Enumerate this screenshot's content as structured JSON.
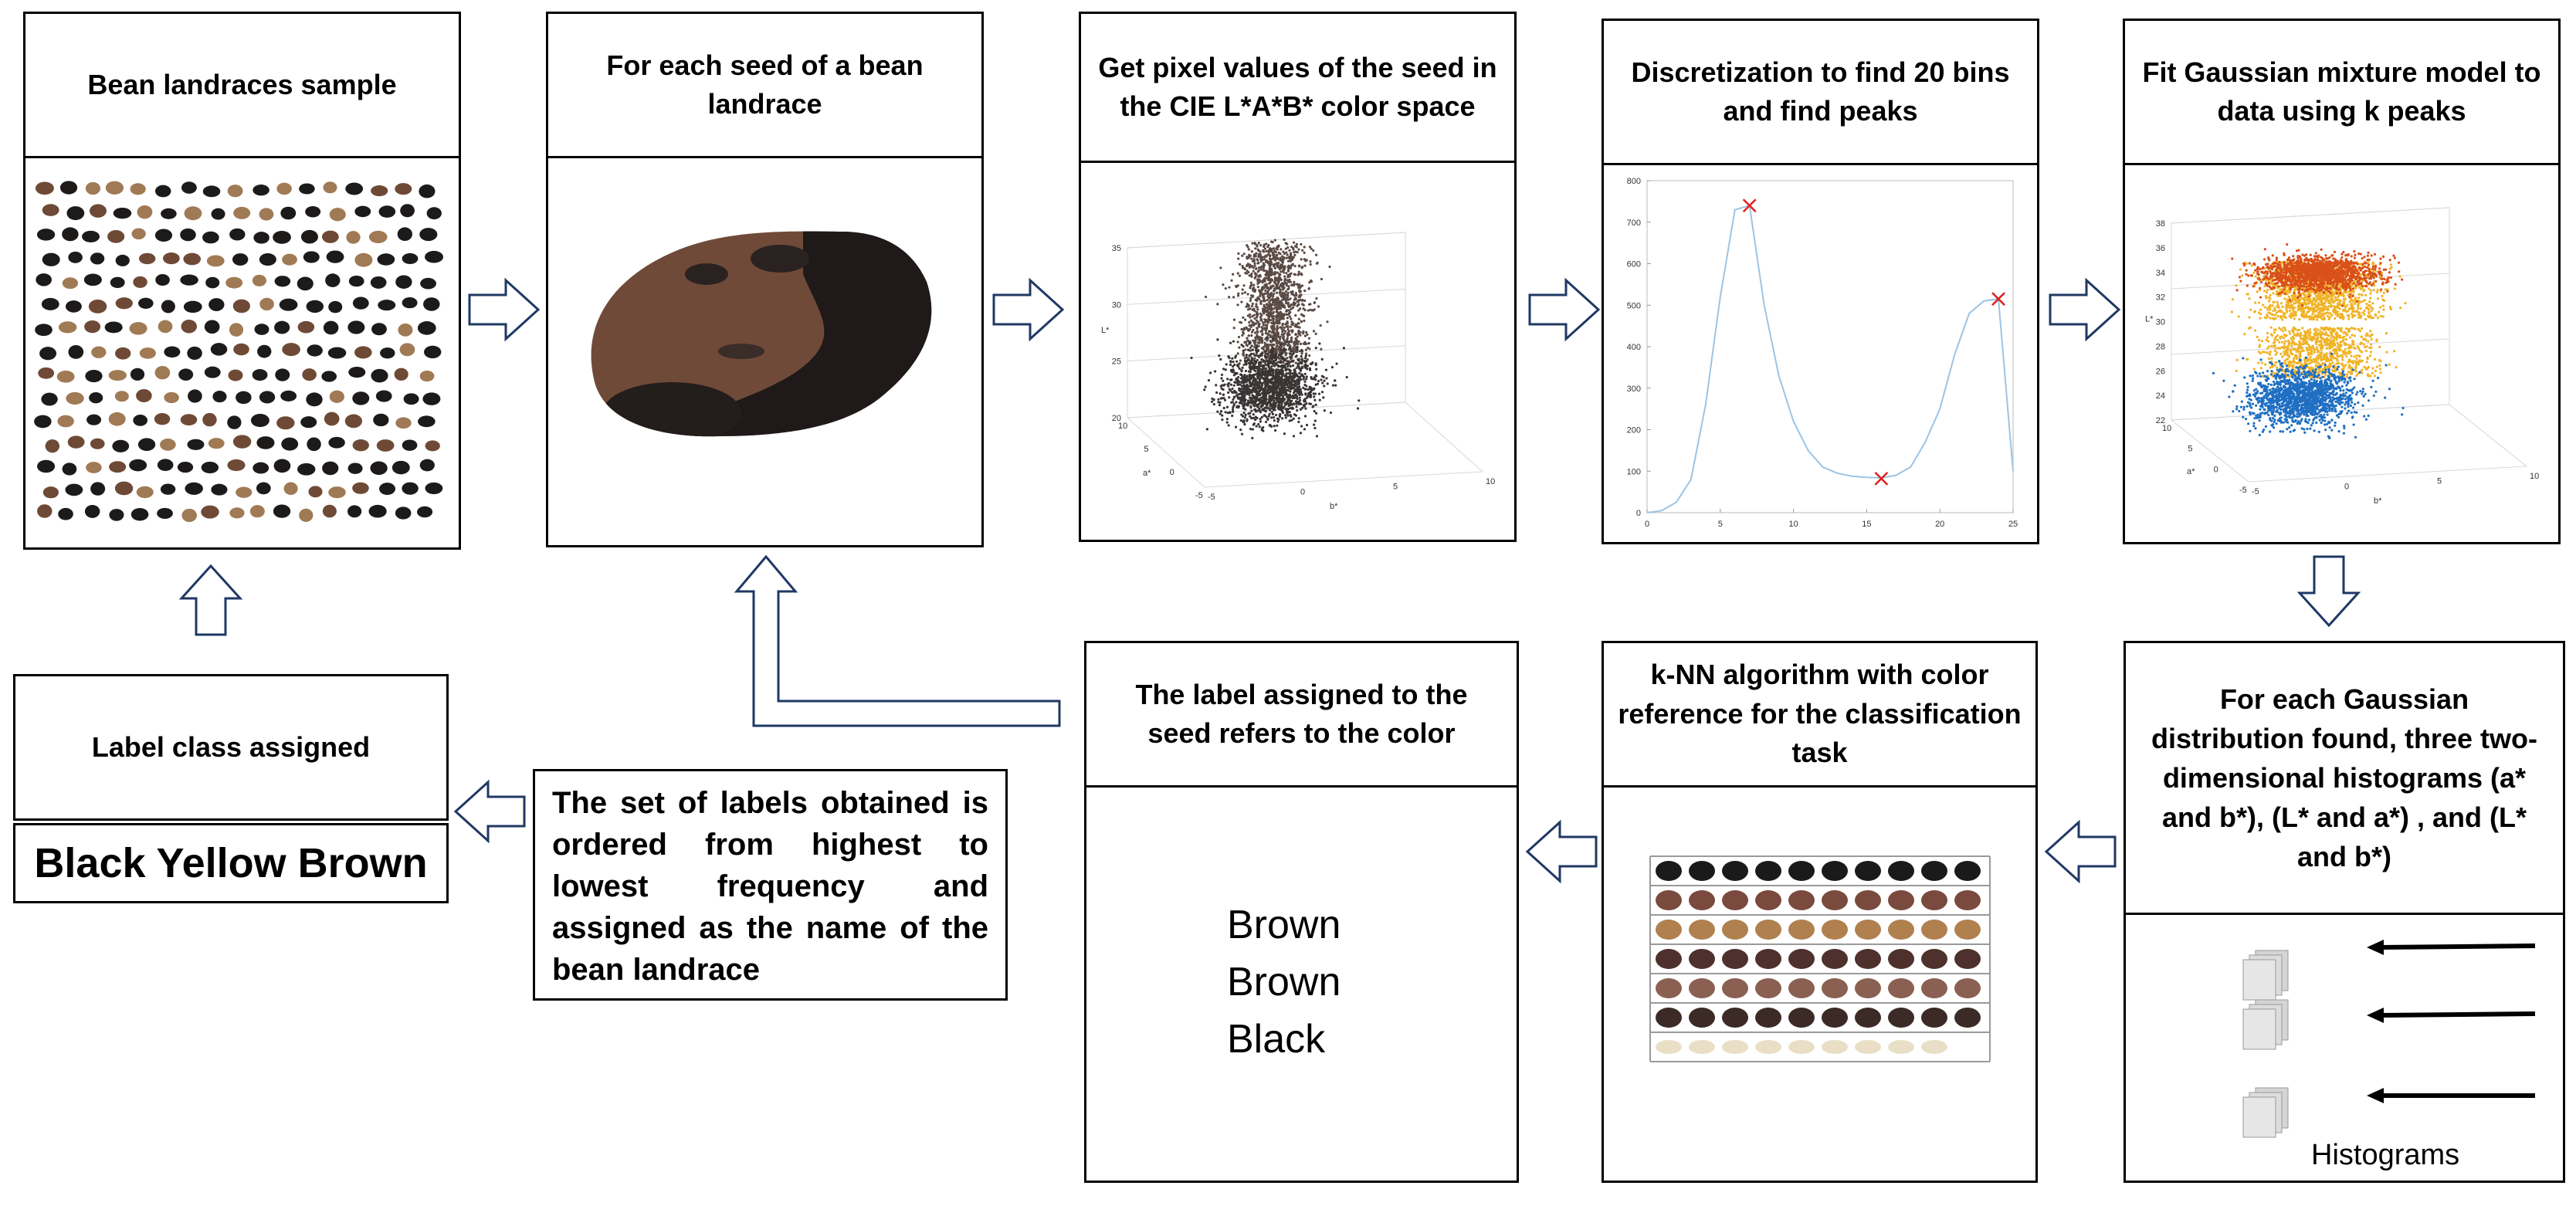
{
  "steps": {
    "s1": {
      "title": "Bean landraces sample"
    },
    "s2": {
      "title": "For each seed of a bean landrace"
    },
    "s3": {
      "title": "Get pixel values of the seed in the CIE L*A*B* color space",
      "z_ticks": [
        "20",
        "25",
        "30",
        "35"
      ],
      "a_ticks": [
        "10",
        "5",
        "0",
        "-5"
      ],
      "b_ticks": [
        "-5",
        "0",
        "5",
        "10"
      ],
      "z_label": "L*",
      "a_label": "a*",
      "b_label": "b*"
    },
    "s4": {
      "title": "Discretization to find 20 bins and find peaks",
      "y_ticks": [
        "0",
        "100",
        "200",
        "300",
        "400",
        "500",
        "600",
        "700",
        "800"
      ],
      "x_ticks": [
        "0",
        "5",
        "10",
        "15",
        "20",
        "25"
      ]
    },
    "s5": {
      "title": "Fit Gaussian mixture model to data using k peaks",
      "z_ticks": [
        "22",
        "24",
        "26",
        "28",
        "30",
        "32",
        "34",
        "36",
        "38"
      ],
      "a_ticks": [
        "10",
        "5",
        "0",
        "-5"
      ],
      "b_ticks": [
        "-5",
        "0",
        "5",
        "10"
      ],
      "z_label": "L*",
      "a_label": "a*",
      "b_label": "b*"
    },
    "s6": {
      "title": "For each Gaussian distribution found, three two-dimensional histograms (a* and b*), (L* and a*) , and (L* and b*)",
      "histograms_label": "Histograms"
    },
    "s7": {
      "title": "k-NN algorithm with color reference for the classification task"
    },
    "s8": {
      "title": "The label assigned to the seed refers to the color",
      "labels": [
        "Brown",
        "Brown",
        "Black"
      ]
    },
    "s9": {
      "text": "The set of labels obtained is ordered from highest to lowest frequency and assigned as the name of the bean landrace"
    },
    "s10": {
      "title": "Label class assigned",
      "result": "Black Yellow Brown"
    }
  },
  "chart_data": {
    "type": "line",
    "x": [
      0,
      1,
      2,
      3,
      4,
      5,
      6,
      7,
      8,
      9,
      10,
      11,
      12,
      13,
      14,
      15,
      16,
      17,
      18,
      19,
      20,
      21,
      22,
      23,
      24,
      25
    ],
    "y": [
      0,
      5,
      25,
      80,
      260,
      520,
      730,
      740,
      500,
      330,
      220,
      150,
      110,
      95,
      88,
      85,
      84,
      90,
      110,
      170,
      250,
      380,
      480,
      510,
      515,
      100
    ],
    "peaks": [
      {
        "x": 7,
        "y": 740
      },
      {
        "x": 16,
        "y": 82
      },
      {
        "x": 24,
        "y": 515
      }
    ],
    "xlim": [
      0,
      25
    ],
    "ylim": [
      0,
      800
    ],
    "line_color": "#9cc4e4",
    "marker_color": "#e02020"
  },
  "colors": {
    "arrow_stroke": "#1f3864",
    "seed_black": "#1d1a1a",
    "seed_brown": "#6e4a36",
    "seed_tan": "#a07a54",
    "seed_light": "#e7dcc0",
    "gmm_top": "#d9501a",
    "gmm_mid": "#f0b429",
    "gmm_bottom": "#1f6fc2",
    "scatter_dark": "#3a3434"
  }
}
